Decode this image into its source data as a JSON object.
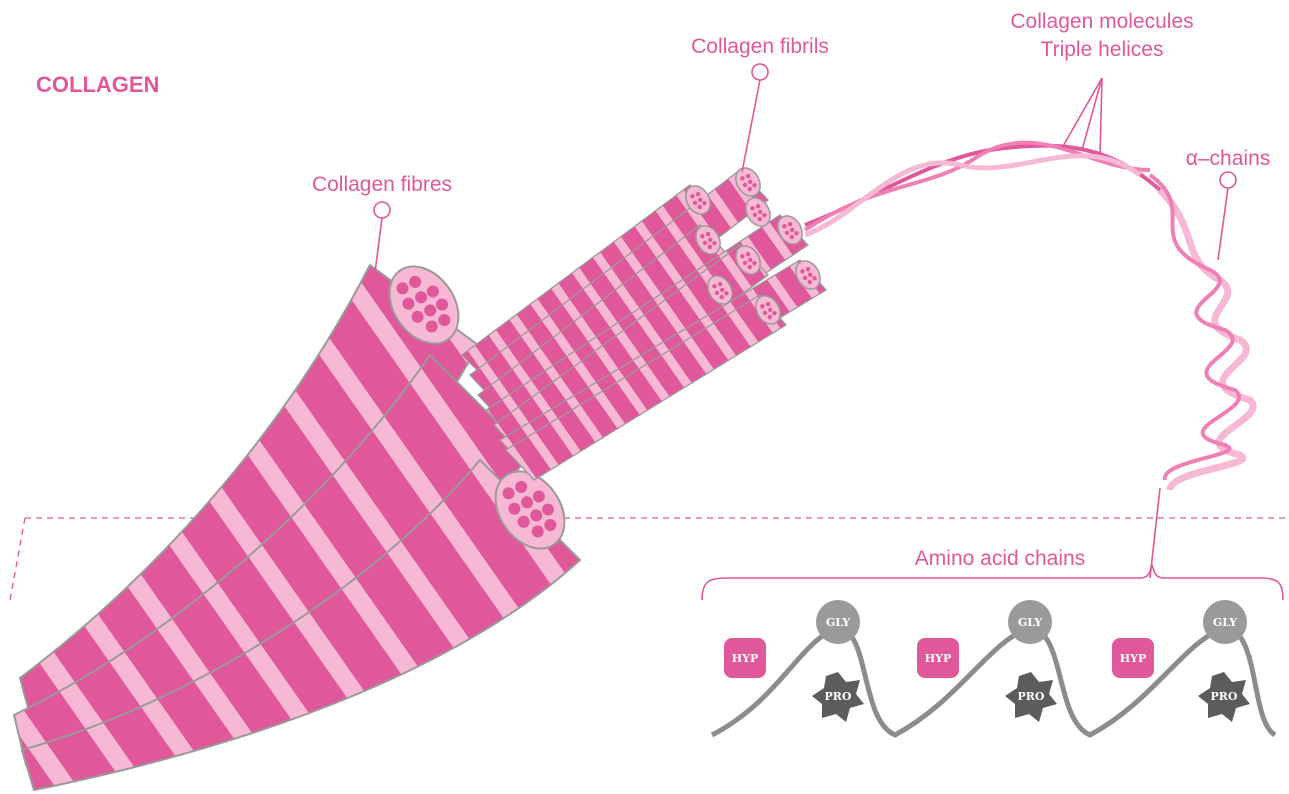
{
  "title": "COLLAGEN",
  "labels": {
    "fibres": "Collagen fibres",
    "fibrils": "Collagen fibrils",
    "molecules": "Collagen molecules",
    "helices": "Triple helices",
    "alpha": "α–chains",
    "amino": "Amino acid chains"
  },
  "residues": [
    {
      "gly": "GLY",
      "hyp": "HYP",
      "pro": "PRO"
    },
    {
      "gly": "GLY",
      "hyp": "HYP",
      "pro": "PRO"
    },
    {
      "gly": "GLY",
      "hyp": "HYP",
      "pro": "PRO"
    }
  ],
  "colors": {
    "pink_dark": "#e0579a",
    "pink_mid": "#f07fb5",
    "pink_light": "#f6b8d4",
    "grey_chain": "#8c8c8c",
    "grey_circle": "#9a9a9a",
    "grey_star": "#5c5c5c"
  }
}
